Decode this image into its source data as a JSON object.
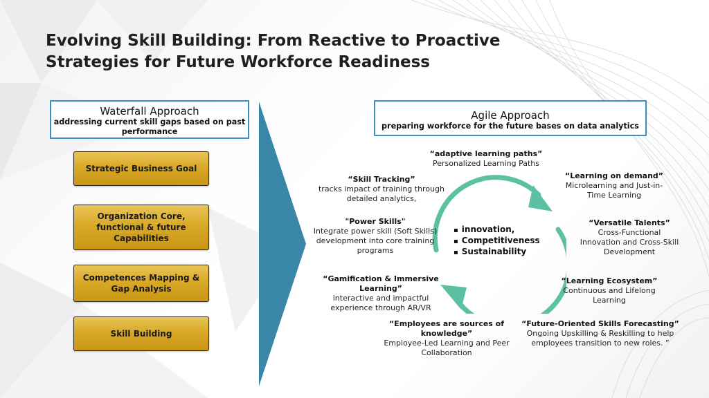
{
  "title": {
    "line1": "Evolving Skill Building: From Reactive to Proactive",
    "line2": "Strategies for Future Workforce Readiness"
  },
  "waterfall": {
    "heading": "Waterfall Approach",
    "subtitle": "addressing current skill gaps based on past performance",
    "steps": [
      "Strategic Business Goal",
      "Organization Core, functional & future Capabilities",
      "Competences Mapping & Gap Analysis",
      "Skill Building"
    ]
  },
  "agile": {
    "heading": "Agile Approach",
    "subtitle": "preparing workforce for the future bases on data analytics",
    "center": [
      "innovation,",
      "Competitiveness",
      "Sustainability"
    ],
    "items": [
      {
        "title": "“adaptive learning paths”",
        "desc": "Personalized Learning Paths"
      },
      {
        "title": "“Learning on demand”",
        "desc": "Microlearning and Just-in-Time Learning"
      },
      {
        "title": "“Versatile Talents”",
        "desc": "Cross-Functional Innovation and Cross-Skill Development"
      },
      {
        "title": "“Learning Ecosystem”",
        "desc": "Continuous and Lifelong Learning"
      },
      {
        "title": "“Future-Oriented Skills Forecasting”",
        "desc": "Ongoing Upskilling & Reskilling to help employees transition to new roles. ”"
      },
      {
        "title": "“Employees are sources of knowledge”",
        "desc": "Employee-Led Learning and Peer Collaboration"
      },
      {
        "title": "“Gamification & Immersive Learning”",
        "desc": "interactive and impactful experience through AR/VR"
      },
      {
        "title": "\"Power Skills\"",
        "desc": "Integrate power skill (Soft Skills) development into core training programs"
      },
      {
        "title": "“Skill Tracking”",
        "desc": "tracks impact of training through detailed analytics,"
      }
    ]
  },
  "colors": {
    "box_border": "#3a8fc7",
    "arrow": "#3a86a8",
    "cycle": "#5cc0a2",
    "gold": "#d9a928"
  }
}
